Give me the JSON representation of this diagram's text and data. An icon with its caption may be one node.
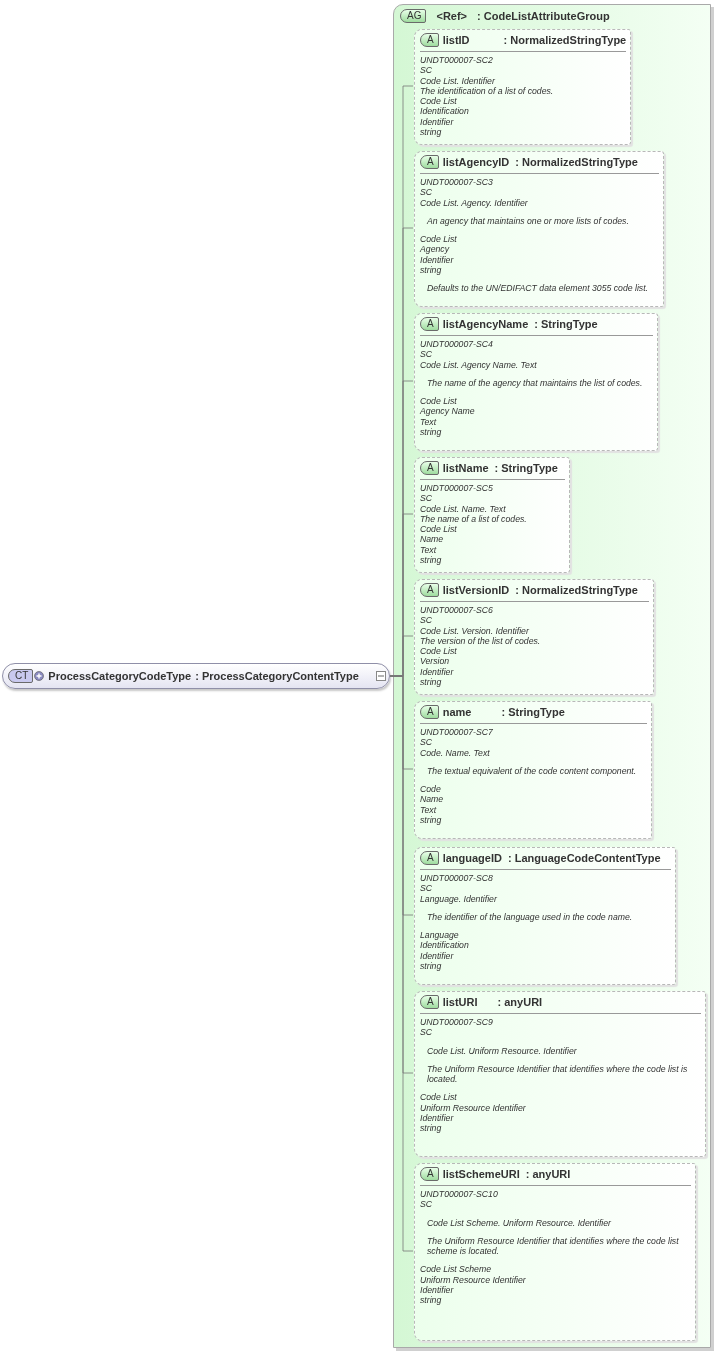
{
  "diagram": {
    "nodes": [
      {
        "text": [
          "CT",
          "ProcessCategoryCodeType",
          ": ProcessCategoryContentType"
        ]
      },
      {
        "text": [
          "AG",
          "<Ref>",
          ": CodeListAttributeGroup"
        ]
      },
      {
        "text": [
          "A",
          "listID",
          ": NormalizedStringType",
          "UNDT000007-SC2",
          "SC",
          "Code List. Identifier",
          "The identification of a list of codes.",
          "Code List",
          "Identification",
          "Identifier",
          "string"
        ],
        "in": 1
      },
      {
        "text": [
          "A",
          "listAgencyID",
          ": NormalizedStringType",
          "UNDT000007-SC3",
          "SC",
          "Code List. Agency. Identifier",
          "An agency that maintains one or more lists of codes.",
          "Code List",
          "Agency",
          "Identifier",
          "string",
          "Defaults to the UN/EDIFACT data element 3055 code list."
        ],
        "in": 1
      },
      {
        "text": [
          "A",
          "listAgencyName",
          ": StringType",
          "UNDT000007-SC4",
          "SC",
          "Code List. Agency Name. Text",
          "The name of the agency that maintains the list of codes.",
          "Code List",
          "Agency Name",
          "Text",
          "string"
        ],
        "in": 1
      },
      {
        "text": [
          "A",
          "listName",
          ": StringType",
          "UNDT000007-SC5",
          "SC",
          "Code List. Name. Text",
          "The name of a list of codes.",
          "Code List",
          "Name",
          "Text",
          "string"
        ],
        "in": 1
      },
      {
        "text": [
          "A",
          "listVersionID",
          ": NormalizedStringType",
          "UNDT000007-SC6",
          "SC",
          "Code List. Version. Identifier",
          "The version of the list of codes.",
          "Code List",
          "Version",
          "Identifier",
          "string"
        ],
        "in": 1
      },
      {
        "text": [
          "A",
          "name",
          ": StringType",
          "UNDT000007-SC7",
          "SC",
          "Code. Name. Text",
          "The textual equivalent of the code content component.",
          "Code",
          "Name",
          "Text",
          "string"
        ],
        "in": 1
      },
      {
        "text": [
          "A",
          "languageID",
          ": LanguageCodeContentType",
          "UNDT000007-SC8",
          "SC",
          "Language. Identifier",
          "The identifier of the language used in the code name.",
          "Language",
          "Identification",
          "Identifier",
          "string"
        ],
        "in": 1
      },
      {
        "text": [
          "A",
          "listURI",
          ": anyURI",
          "UNDT000007-SC9",
          "SC",
          "Code List. Uniform Resource. Identifier",
          "The Uniform Resource Identifier that identifies where the code list is located.",
          "Code List",
          "Uniform Resource Identifier",
          "Identifier",
          "string"
        ],
        "in": 1
      },
      {
        "text": [
          "A",
          "listSchemeURI",
          ": anyURI",
          "UNDT000007-SC10",
          "SC",
          "Code List Scheme. Uniform Resource. Identifier",
          "The Uniform Resource Identifier that identifies where the code list scheme is located.",
          "Code List Scheme",
          "Uniform Resource Identifier",
          "Identifier",
          "string"
        ],
        "in": 1
      }
    ],
    "edges": [
      {
        "from": 0,
        "to": 2,
        "arrow": "none"
      },
      {
        "from": 0,
        "to": 3,
        "arrow": "none"
      },
      {
        "from": 0,
        "to": 4,
        "arrow": "none"
      },
      {
        "from": 0,
        "to": 5,
        "arrow": "none"
      },
      {
        "from": 0,
        "to": 6,
        "arrow": "none"
      },
      {
        "from": 0,
        "to": 7,
        "arrow": "none"
      },
      {
        "from": 0,
        "to": 8,
        "arrow": "none"
      },
      {
        "from": 0,
        "to": 9,
        "arrow": "none"
      },
      {
        "from": 0,
        "to": 10,
        "arrow": "none"
      }
    ]
  }
}
